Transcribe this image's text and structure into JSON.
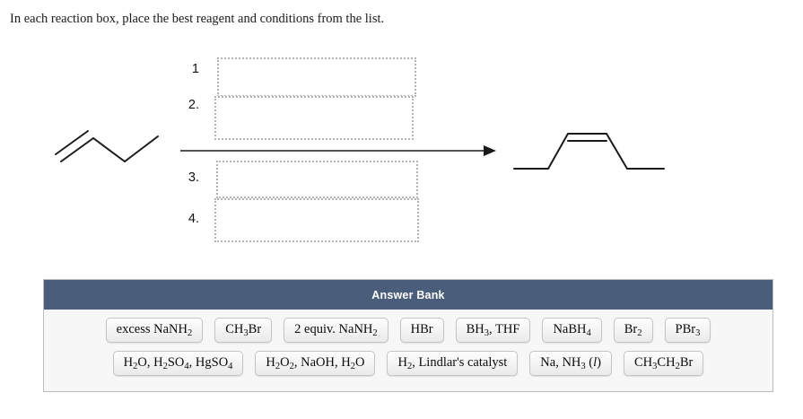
{
  "prompt": {
    "text": "In each reaction box, place the best reagent and conditions from the list."
  },
  "scheme": {
    "reactant_name": "terminal-alkene-1-butene",
    "product_name": "cis-internal-alkene-3-hexene",
    "arrow_name": "reaction-arrow",
    "steps": [
      {
        "label": "1",
        "zone_placeholder": ""
      },
      {
        "label": "2.",
        "zone_placeholder": ""
      },
      {
        "label": "3.",
        "zone_placeholder": ""
      },
      {
        "label": "4.",
        "zone_placeholder": ""
      }
    ]
  },
  "answer_bank": {
    "title": "Answer Bank",
    "header_color": "#4a5e7c",
    "body_color": "#f7f7f7",
    "rows": [
      [
        {
          "id": "excess-nanh2",
          "html": "excess NaNH<sub>2</sub>"
        },
        {
          "id": "ch3br",
          "html": "CH<sub>3</sub>Br"
        },
        {
          "id": "2-equiv-nanh2",
          "html": "2 equiv. NaNH<sub>2</sub>"
        },
        {
          "id": "hbr",
          "html": "HBr"
        },
        {
          "id": "bh3-thf",
          "html": "BH<sub>3</sub>, THF"
        },
        {
          "id": "nabh4",
          "html": "NaBH<sub>4</sub>"
        },
        {
          "id": "br2",
          "html": "Br<sub>2</sub>"
        },
        {
          "id": "pbr3",
          "html": "PBr<sub>3</sub>"
        }
      ],
      [
        {
          "id": "h2o-h2so4-hgso4",
          "html": "H<sub>2</sub>O, H<sub>2</sub>SO<sub>4</sub>, HgSO<sub>4</sub>"
        },
        {
          "id": "h2o2-naoh-h2o",
          "html": "H<sub>2</sub>O<sub>2</sub>, NaOH, H<sub>2</sub>O"
        },
        {
          "id": "h2-lindlars",
          "html": "H<sub>2</sub>, Lindlar's catalyst"
        },
        {
          "id": "na-nh3-l",
          "html": "Na, NH<sub>3</sub> (<span class=\"it\">l</span>)"
        },
        {
          "id": "ch3ch2br",
          "html": "CH<sub>3</sub>CH<sub>2</sub>Br"
        }
      ]
    ]
  }
}
